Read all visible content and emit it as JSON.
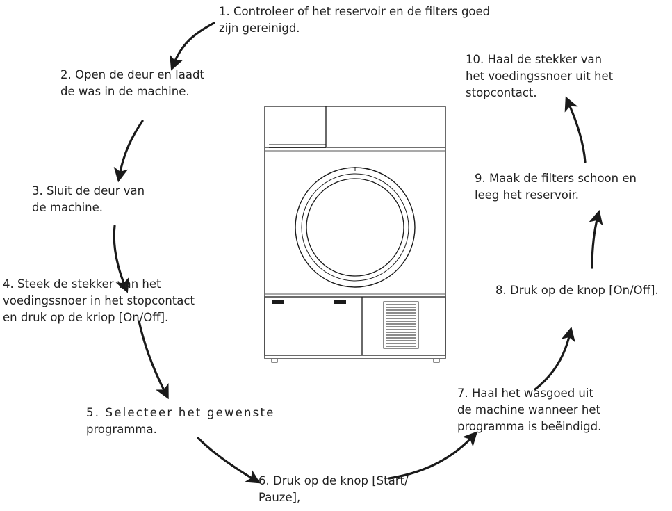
{
  "steps": [
    {
      "id": 1,
      "lines": [
        "1. Controleer of het reservoir en de filters goed",
        "zijn gereinigd."
      ]
    },
    {
      "id": 2,
      "lines": [
        "2. Open de deur en laadt",
        "de was in de machine."
      ]
    },
    {
      "id": 3,
      "lines": [
        "3. Sluit de deur van",
        "de machine."
      ]
    },
    {
      "id": 4,
      "lines": [
        "4. Steek de stekker van het",
        "voedingssnoer in het stopcontact",
        "en druk op de kriop [On/Off]."
      ]
    },
    {
      "id": 5,
      "lines": [
        "5. Selecteer het gewenste",
        "programma."
      ]
    },
    {
      "id": 6,
      "lines": [
        "6. Druk op de knop [Start/",
        "Pauze],"
      ]
    },
    {
      "id": 7,
      "lines": [
        "7. Haal het wasgoed uit",
        "de machine wanneer het",
        "programma is beëindigd."
      ]
    },
    {
      "id": 8,
      "lines": [
        "8. Druk op de knop [On/Off]."
      ]
    },
    {
      "id": 9,
      "lines": [
        "9. Maak de filters schoon en",
        "leeg het reservoir."
      ]
    },
    {
      "id": 10,
      "lines": [
        "10. Haal de stekker van",
        "het voedingssnoer uit het",
        "stopcontact."
      ]
    }
  ],
  "colors": {
    "text": "#222222",
    "arrow": "#1a1a1a",
    "machine_line": "#1a1a1a",
    "background": "#ffffff"
  },
  "machine": {
    "icon": "tumble-dryer-icon"
  }
}
